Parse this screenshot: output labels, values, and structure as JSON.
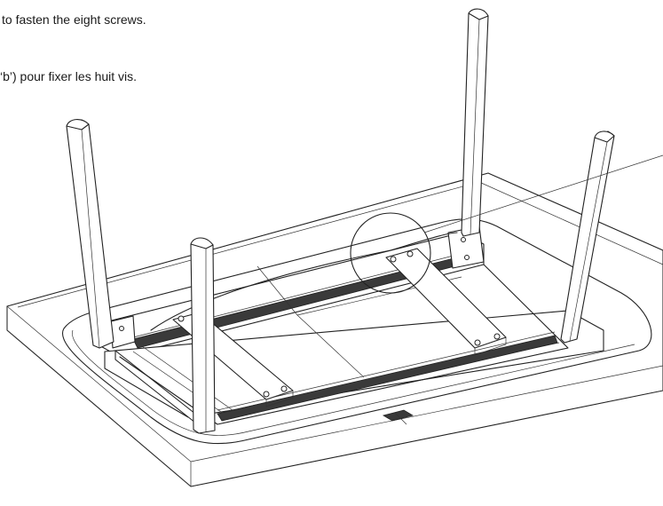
{
  "instructions": {
    "english_fragment": "to fasten the eight screws.",
    "french_fragment": "‘b’) pour fixer les huit vis."
  },
  "figure": {
    "subject": "table-underside-assembly",
    "leg_count": 4,
    "screw_count": 8,
    "callout": "detail-circle"
  }
}
